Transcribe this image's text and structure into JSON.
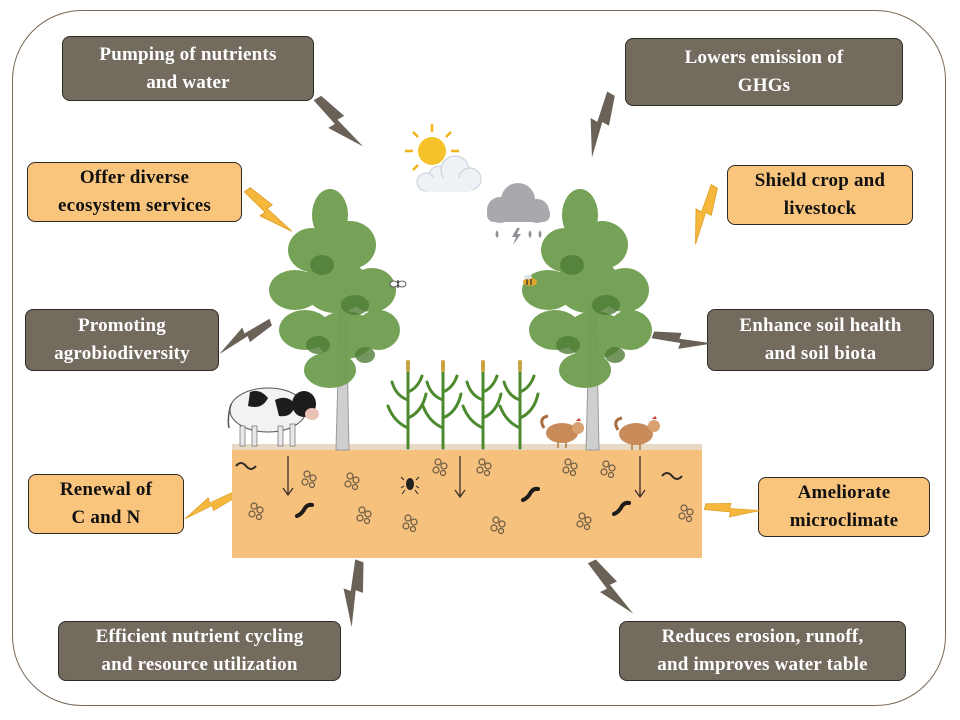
{
  "boxes": {
    "pumping": {
      "line1": "Pumping of nutrients",
      "line2": "and water"
    },
    "ghg": {
      "line1": "Lowers emission of",
      "line2": "GHGs"
    },
    "ecosystem": {
      "line1": "Offer diverse",
      "line2": "ecosystem services"
    },
    "shield": {
      "line1": "Shield crop and",
      "line2": "livestock"
    },
    "agrobio": {
      "line1": "Promoting",
      "line2": "agrobiodiversity"
    },
    "soil_health": {
      "line1": "Enhance soil health",
      "line2": "and soil biota"
    },
    "renewal": {
      "line1": "Renewal of",
      "line2": "C and N"
    },
    "microclimate": {
      "line1": "Ameliorate",
      "line2": "microclimate"
    },
    "nutrient_cycling": {
      "line1": "Efficient nutrient cycling",
      "line2": "and resource utilization"
    },
    "erosion": {
      "line1": "Reduces erosion, runoff,",
      "line2": "and improves water table"
    }
  },
  "colors": {
    "dark_box": "#746b5f",
    "light_box": "#f9c57d",
    "soil": "#f6c17d",
    "tree": "#6f9e4f",
    "lightning_dark": "#6b6257",
    "lightning_light": "#f5b83d"
  },
  "icons": [
    "sun-cloud-icon",
    "rain-cloud-icon",
    "tree-icon",
    "cow-icon",
    "maize-icon",
    "hen-icon",
    "earthworm-icon",
    "insect-icon",
    "butterfly-icon",
    "bee-icon",
    "soil-particles-icon",
    "downward-arrow-icon",
    "lightning-bolt-icon"
  ]
}
